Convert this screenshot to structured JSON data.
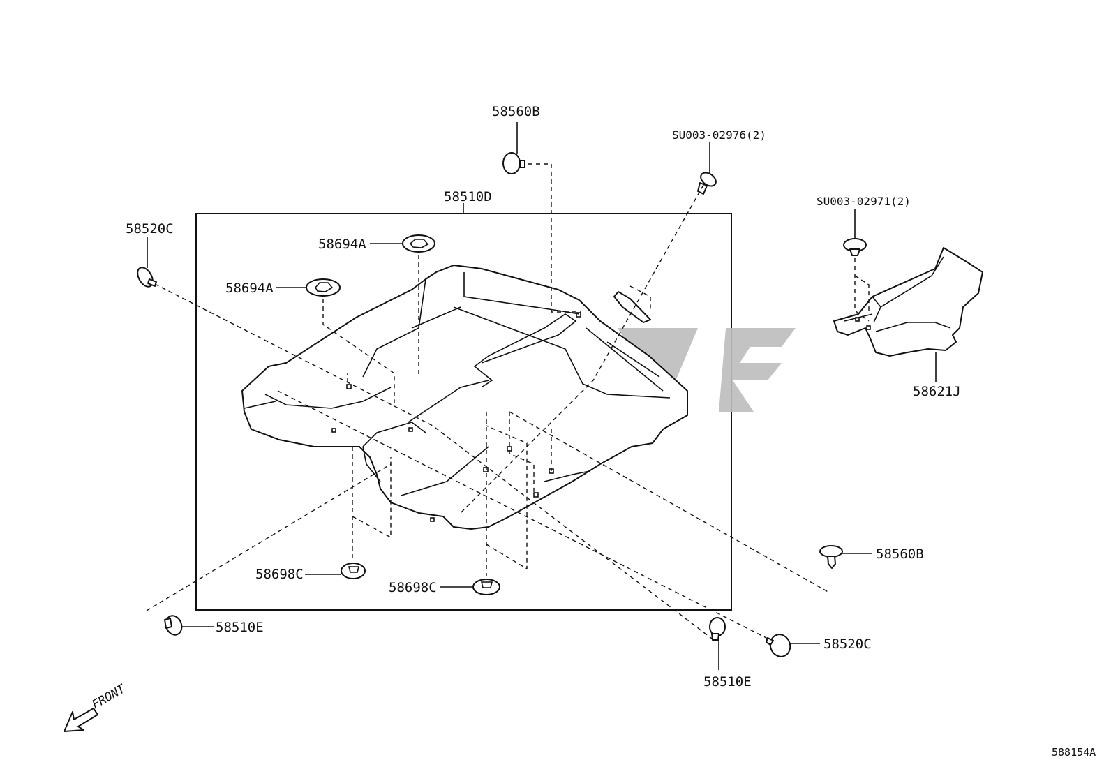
{
  "diagram": {
    "reference_code": "588154A",
    "direction_label": "FRONT",
    "callouts": {
      "main_floor_carpet": "58510D",
      "clip_top": "58560B",
      "clip_right": "58560B",
      "grommet_top_left": "58520C",
      "grommet_bottom_right": "58520C",
      "spacer_upper": "58694A",
      "spacer_lower": "58694A",
      "fastener_left": "58698C",
      "fastener_center": "58698C",
      "stopper_left": "58510E",
      "stopper_right": "58510E",
      "rear_piece": "58621J",
      "screw_a": "SU003-02976(2)",
      "screw_b": "SU003-02971(2)"
    }
  }
}
